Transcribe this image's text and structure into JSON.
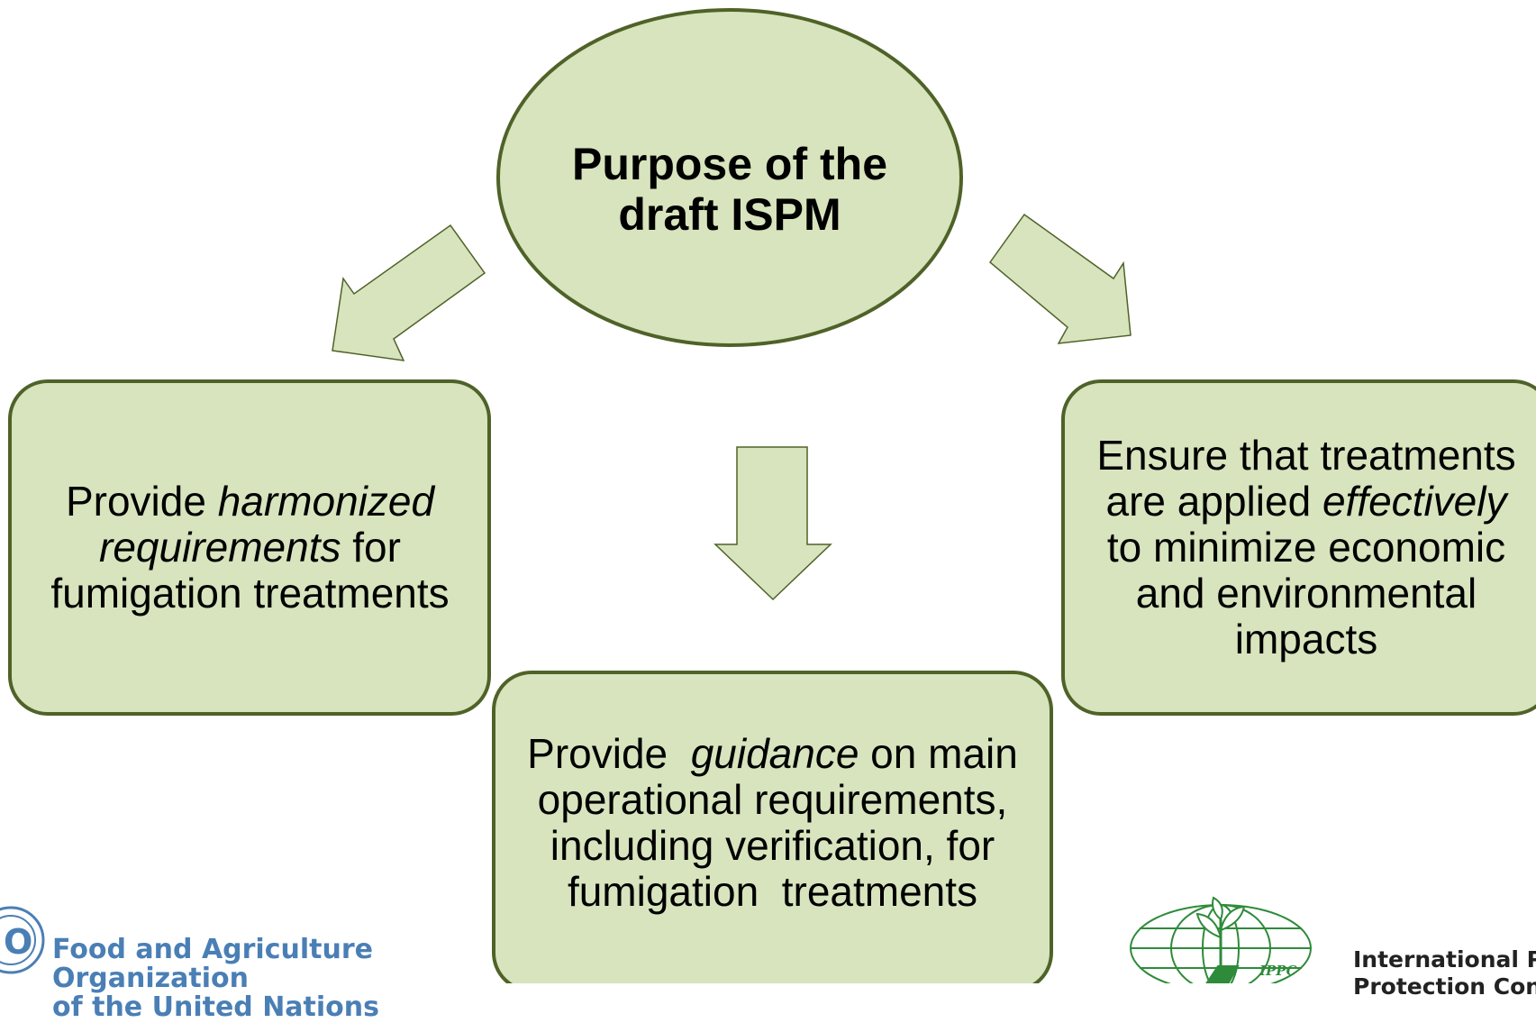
{
  "center": {
    "lines": [
      "Purpose of the",
      "draft ISPM"
    ]
  },
  "boxes": {
    "left": [
      [
        {
          "t": "Provide "
        },
        {
          "t": "harmonized",
          "i": true
        }
      ],
      [
        {
          "t": "requirements",
          "i": true
        },
        {
          "t": " for"
        }
      ],
      [
        {
          "t": "fumigation treatments"
        }
      ]
    ],
    "bottom": [
      [
        {
          "t": "Provide  "
        },
        {
          "t": "guidance",
          "i": true
        },
        {
          "t": " on main"
        }
      ],
      [
        {
          "t": "operational requirements,"
        }
      ],
      [
        {
          "t": "including verification, for"
        }
      ],
      [
        {
          "t": "fumigation  treatments"
        }
      ]
    ],
    "right": [
      [
        {
          "t": "Ensure that treatments"
        }
      ],
      [
        {
          "t": "are applied "
        },
        {
          "t": "effectively",
          "i": true
        }
      ],
      [
        {
          "t": "to minimize economic"
        }
      ],
      [
        {
          "t": "and environmental"
        }
      ],
      [
        {
          "t": "impacts"
        }
      ]
    ]
  },
  "footer": {
    "fao_line1": "Food and Agriculture Organization",
    "fao_line2": "of the United Nations",
    "ippc_logo_text": "IPPC",
    "ippc_line1": "International Plant",
    "ippc_line2": "Protection Convention"
  },
  "colors": {
    "fill": "#d7e4bd",
    "stroke": "#4f6228",
    "fao_blue": "#4a7fb5",
    "ippc_green": "#2e8b3a"
  }
}
